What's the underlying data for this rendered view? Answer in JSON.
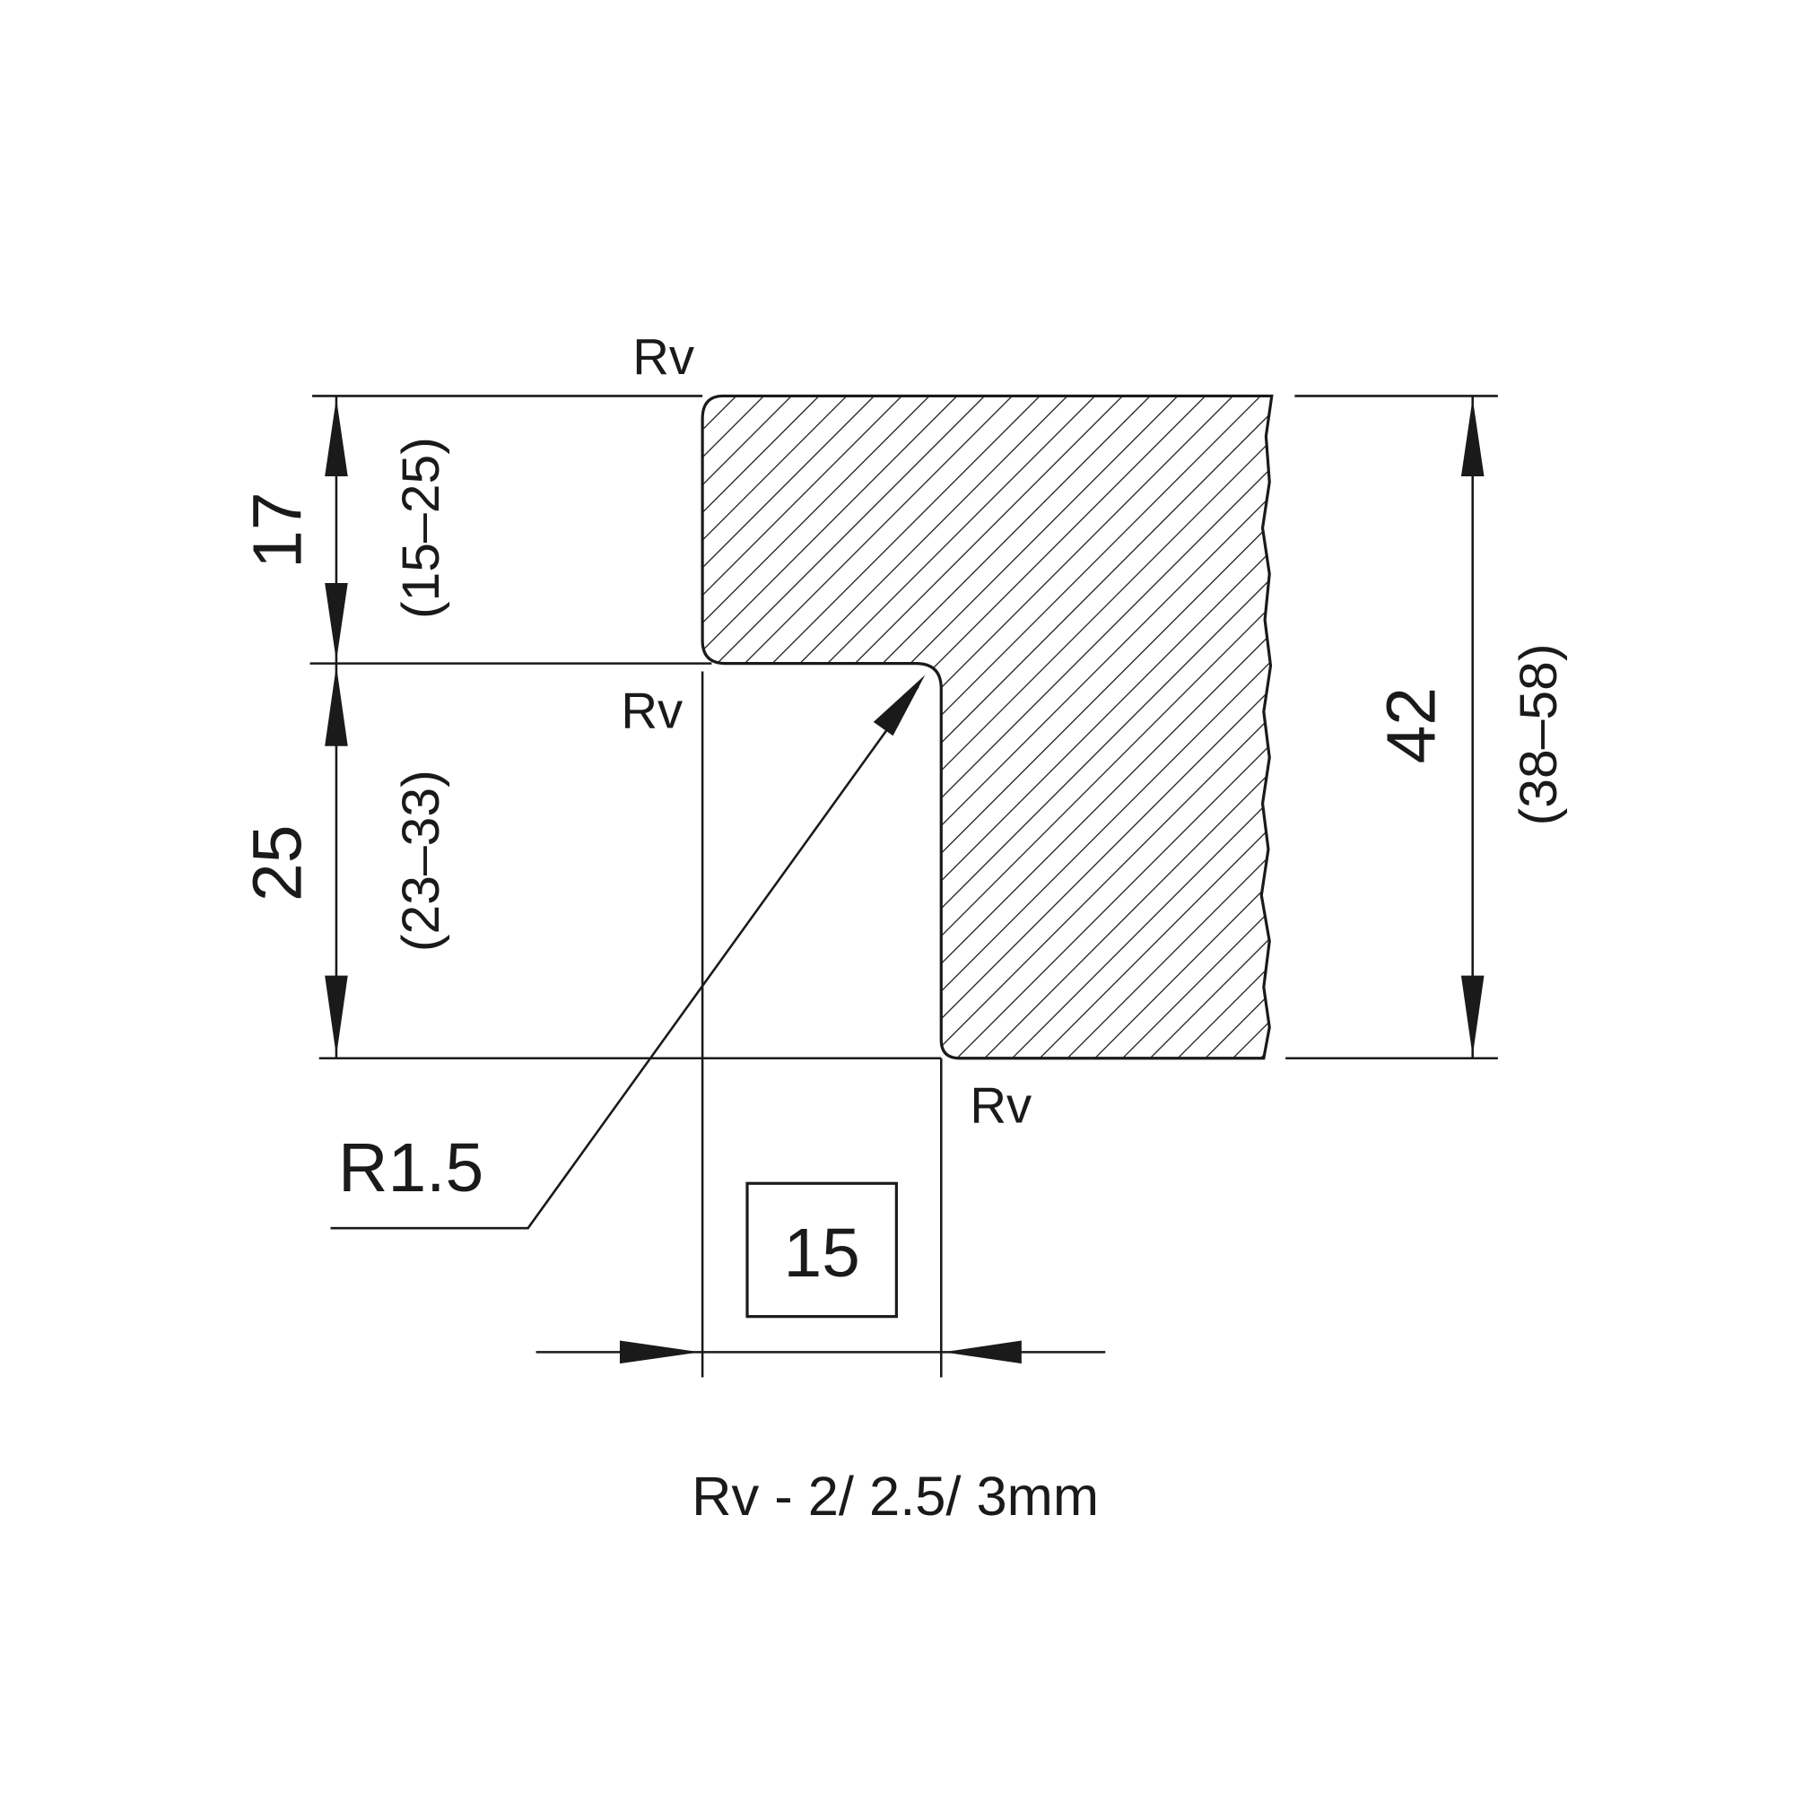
{
  "labels": {
    "rv_top": "Rv",
    "rv_middle": "Rv",
    "rv_bottom": "Rv",
    "dim_17": "17",
    "dim_17_range": "(15–25)",
    "dim_25": "25",
    "dim_25_range": "(23–33)",
    "dim_42": "42",
    "dim_42_range": "(38–58)",
    "radius": "R1.5",
    "dim_15": "15",
    "note": "Rv - 2/ 2.5/ 3mm"
  },
  "colors": {
    "ink": "#1a1a1a",
    "background": "#ffffff"
  }
}
